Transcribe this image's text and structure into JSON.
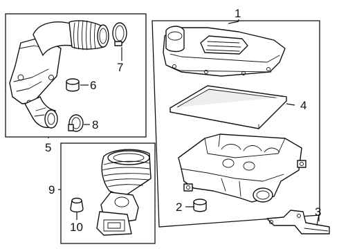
{
  "diagram": {
    "callouts": [
      {
        "id": "c1",
        "label": "1"
      },
      {
        "id": "c2",
        "label": "2"
      },
      {
        "id": "c3",
        "label": "3"
      },
      {
        "id": "c4",
        "label": "4"
      },
      {
        "id": "c5",
        "label": "5"
      },
      {
        "id": "c6",
        "label": "6"
      },
      {
        "id": "c7",
        "label": "7"
      },
      {
        "id": "c8",
        "label": "8"
      },
      {
        "id": "c9",
        "label": "9"
      },
      {
        "id": "c10",
        "label": "10"
      }
    ],
    "colors": {
      "ink": "#111111",
      "paper": "#ffffff"
    }
  }
}
